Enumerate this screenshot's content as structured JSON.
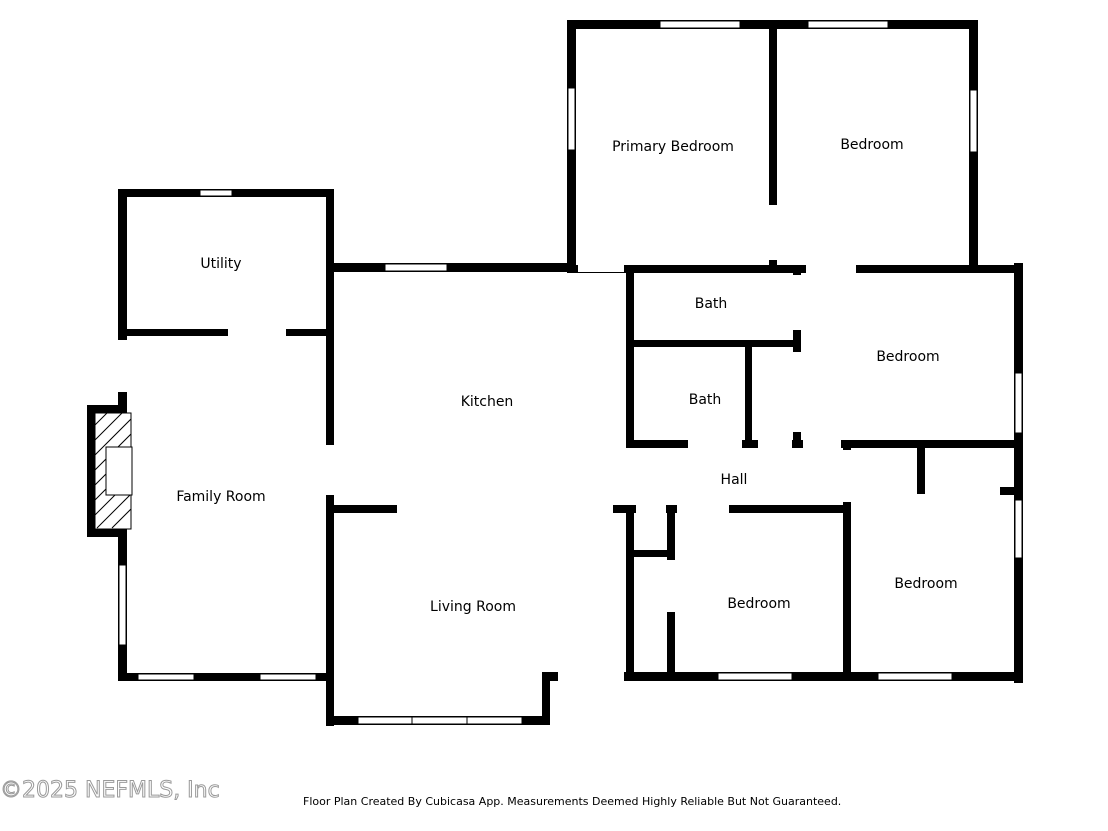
{
  "rooms": {
    "utility": "Utility",
    "family_room": "Family Room",
    "kitchen": "Kitchen",
    "living_room": "Living Room",
    "primary_bedroom": "Primary Bedroom",
    "bedroom_top_right": "Bedroom",
    "bath_upper": "Bath",
    "bath_lower": "Bath",
    "bedroom_east": "Bedroom",
    "hall": "Hall",
    "bedroom_center": "Bedroom",
    "bedroom_southeast": "Bedroom"
  },
  "watermark": "©2025 NEFMLS, Inc",
  "footer": "Floor Plan Created By Cubicasa App. Measurements Deemed Highly Reliable But Not Guaranteed."
}
